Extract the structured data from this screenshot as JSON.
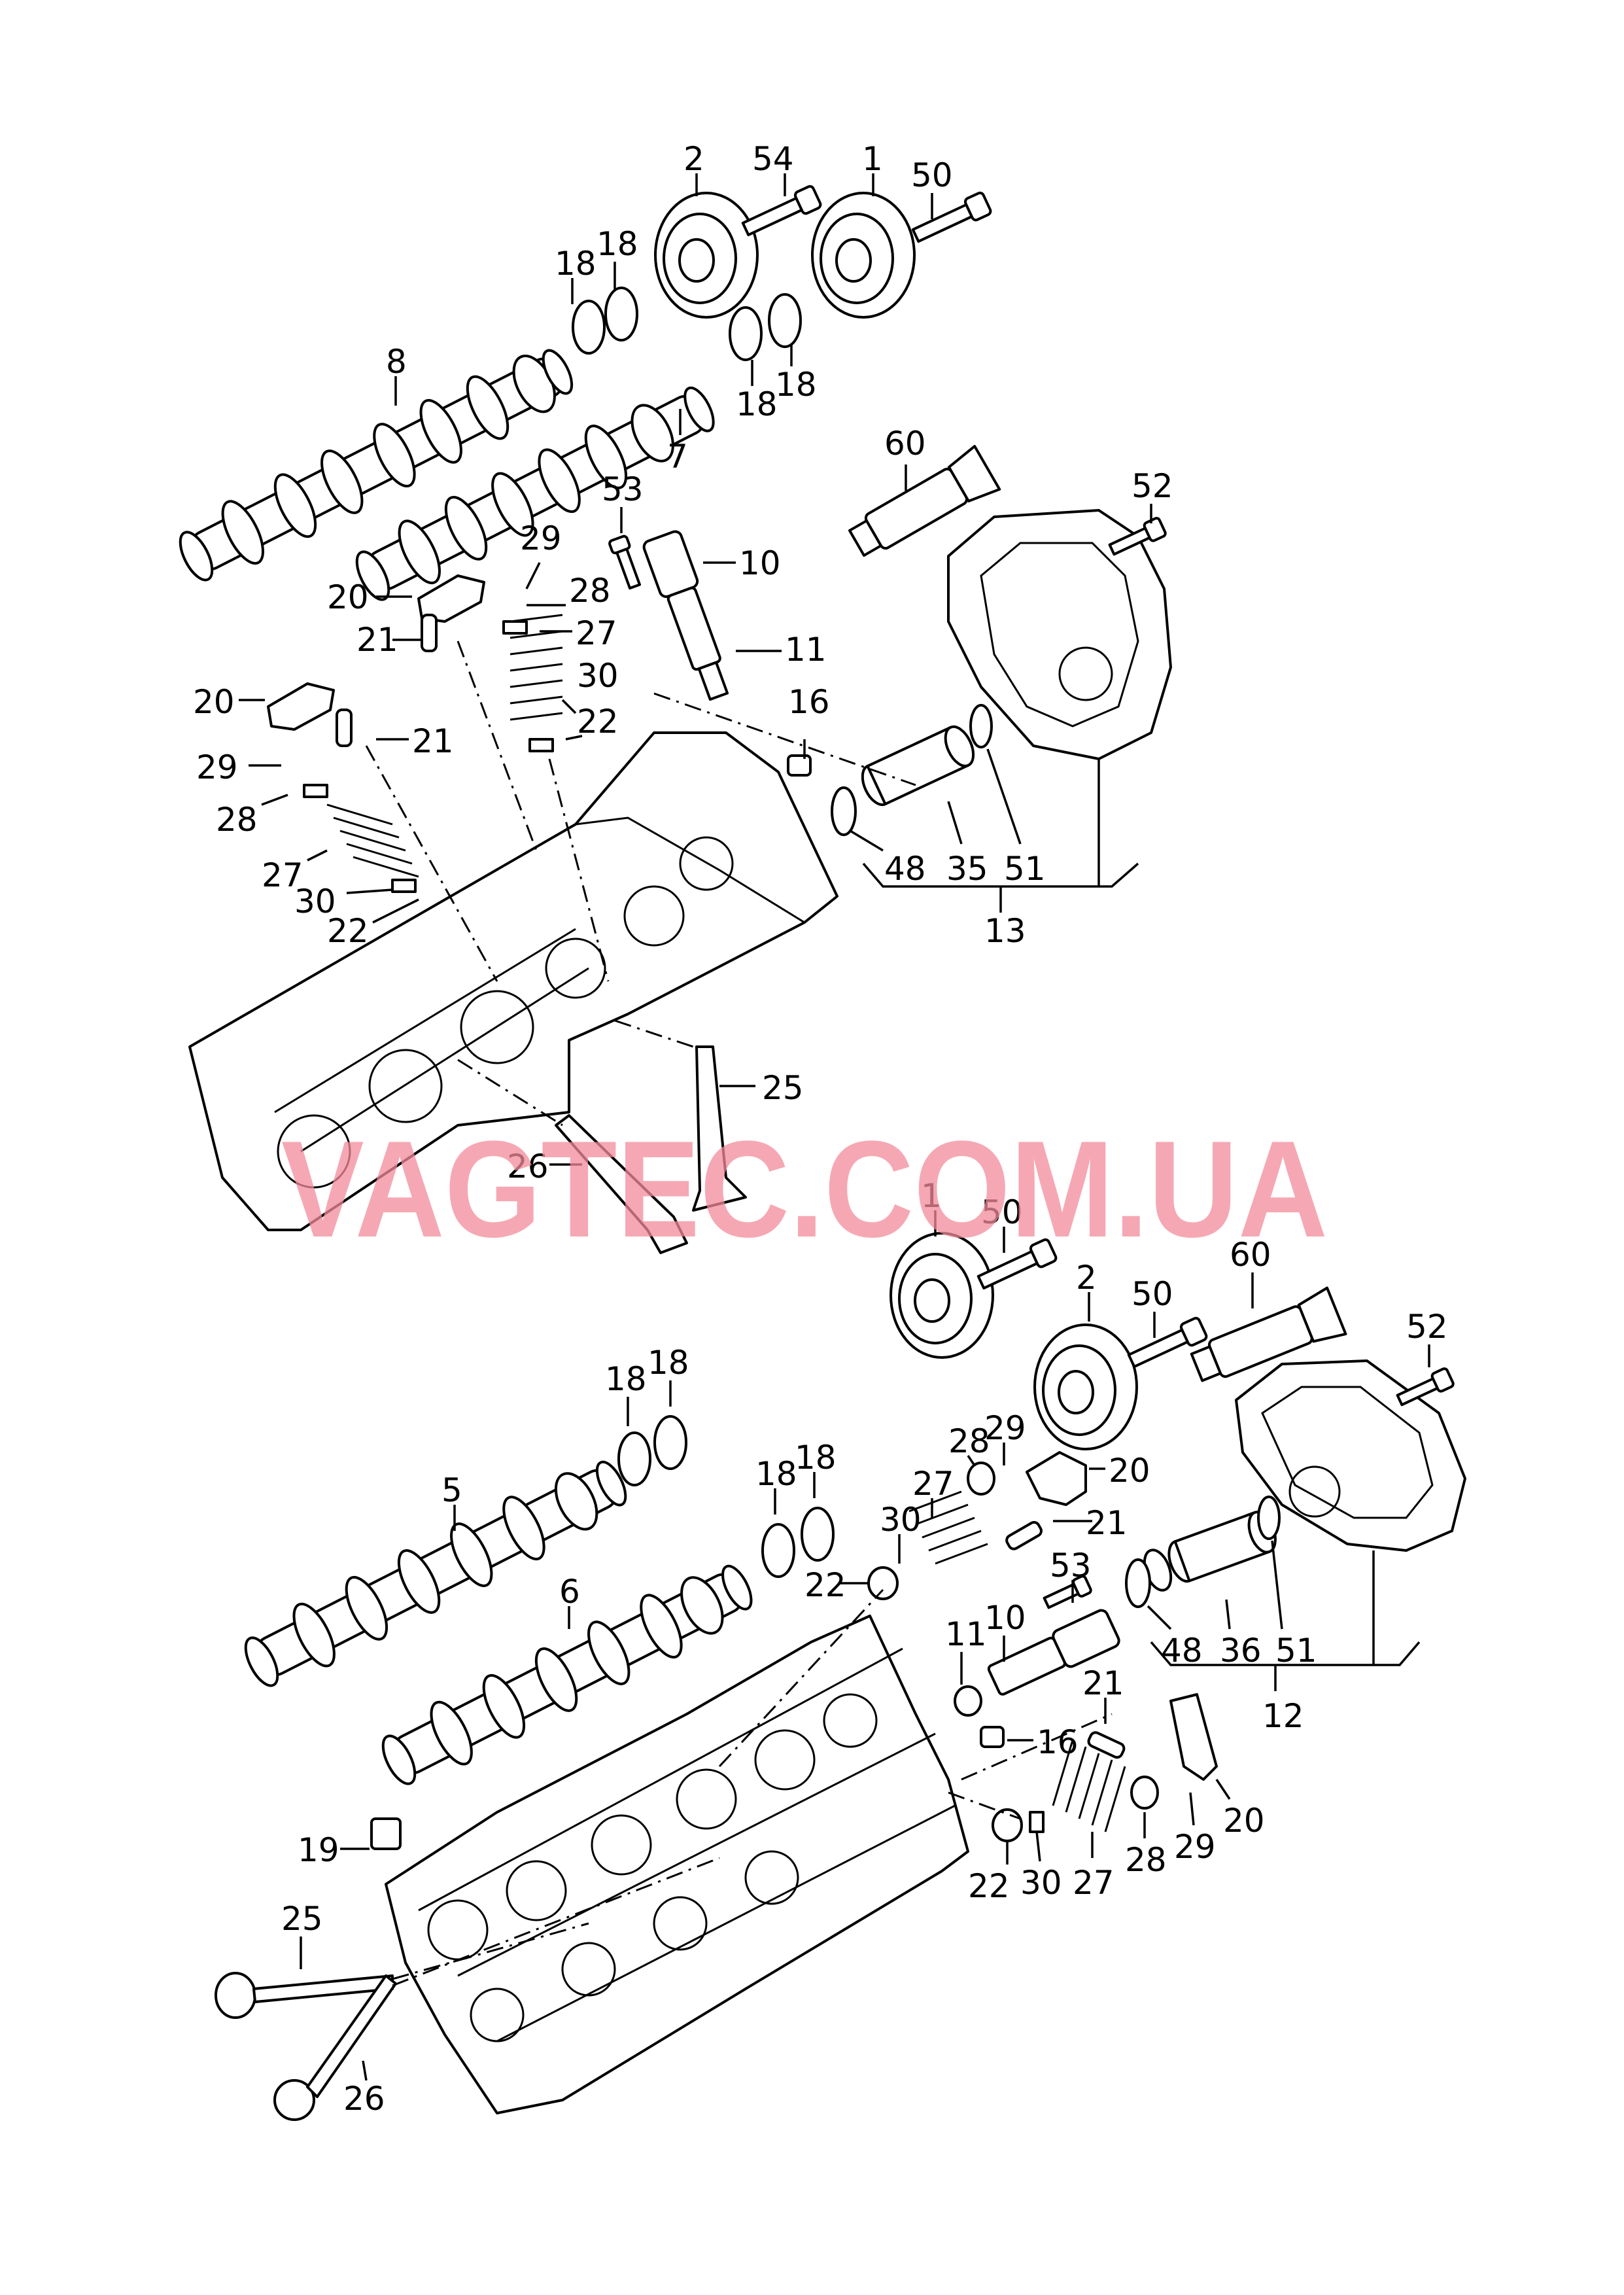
{
  "watermark": "VAGTEC.COM.UA",
  "colors": {
    "line": "#000000",
    "watermark": "#f28b9a",
    "background": "#ffffff"
  },
  "callouts_top": [
    "2",
    "54",
    "1",
    "50",
    "18",
    "18",
    "8",
    "18",
    "18",
    "7",
    "60",
    "52",
    "53",
    "10",
    "29",
    "28",
    "20",
    "21",
    "27",
    "11",
    "30",
    "22",
    "16",
    "20",
    "21",
    "29",
    "28",
    "27",
    "30",
    "22",
    "48",
    "35",
    "51",
    "13",
    "25",
    "26"
  ],
  "callouts_bottom": [
    "1",
    "50",
    "2",
    "50",
    "60",
    "52",
    "18",
    "18",
    "29",
    "18",
    "18",
    "28",
    "20",
    "5",
    "30",
    "27",
    "21",
    "22",
    "53",
    "6",
    "10",
    "11",
    "21",
    "16",
    "48",
    "36",
    "51",
    "12",
    "19",
    "20",
    "25",
    "22",
    "30",
    "27",
    "28",
    "29",
    "26"
  ]
}
